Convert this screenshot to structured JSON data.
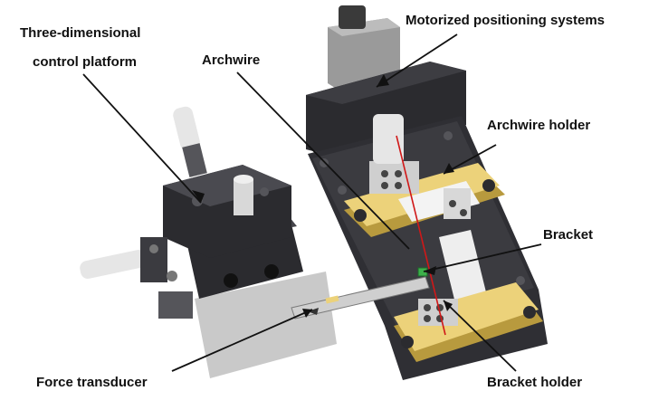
{
  "labels": {
    "three_dimensional_line1": "Three-dimensional",
    "three_dimensional_line2": "control platform",
    "archwire": "Archwire",
    "motorized_positioning_systems": "Motorized positioning systems",
    "archwire_holder": "Archwire holder",
    "bracket": "Bracket",
    "force_transducer": "Force transducer",
    "bracket_holder": "Bracket holder"
  },
  "colors": {
    "body_dark": "#2b2b2f",
    "body_mid": "#3b3b40",
    "body_light": "#55555a",
    "holder_yellow": "#ecd27a",
    "metal_light": "#d8d8d8",
    "archwire_red": "#d01818",
    "bracket_green": "#3cb04a",
    "plate_gray": "#c9c9c9"
  }
}
